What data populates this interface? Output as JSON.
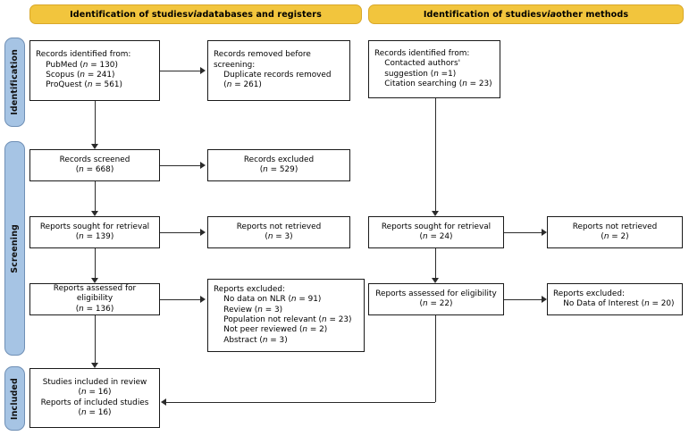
{
  "diagram": {
    "title": "PRISMA 2020 flow diagram",
    "colors": {
      "banner_fill": "#f2c53d",
      "banner_border": "#d9a82a",
      "stage_fill": "#a6c4e4",
      "stage_border": "#6f8fb5",
      "box_border": "#1a1a1a",
      "line": "#2b2b2b",
      "text": "#000000",
      "background": "#ffffff"
    }
  },
  "banners": {
    "databases": {
      "pre": "Identification of studies ",
      "via": "via",
      "post": " databases and registers"
    },
    "other": {
      "pre": "Identification of studies ",
      "via": "via",
      "post": " other methods"
    }
  },
  "stages": {
    "identification": "Identification",
    "screening": "Screening",
    "included": "Included"
  },
  "boxes": {
    "records_identified": {
      "line1": "Records identified from:",
      "line2": "    PubMed (",
      "n_pubmed_var": "n",
      "n_pubmed": " = 130)",
      "line3": "    Scopus (",
      "n_scopus_var": "n",
      "n_scopus": " = 241)",
      "line4": "    ProQuest (",
      "n_proquest_var": "n",
      "n_proquest": " = 561)"
    },
    "records_removed": {
      "line1": "Records removed before",
      "line2": "screening:",
      "line3": "    Duplicate records removed",
      "line4_pre": "    (",
      "n_var": "n",
      "line4_post": " = 261)"
    },
    "records_screened": {
      "label": "Records screened",
      "n_pre": "(",
      "n_var": "n",
      "n_post": " = 668)"
    },
    "records_excluded": {
      "label": "Records excluded",
      "n_pre": "(",
      "n_var": "n",
      "n_post": " = 529)"
    },
    "reports_sought_left": {
      "label": "Reports sought for retrieval",
      "n_pre": "(",
      "n_var": "n",
      "n_post": " = 139)"
    },
    "reports_not_retrieved_left": {
      "label": "Reports not retrieved",
      "n_pre": "(",
      "n_var": "n",
      "n_post": " = 3)"
    },
    "reports_assessed_left": {
      "label": "Reports assessed for eligibility",
      "n_pre": "(",
      "n_var": "n",
      "n_post": " = 136)"
    },
    "reports_excluded_left": {
      "header": "Reports excluded:",
      "items": [
        {
          "pre": "    No data on NLR (",
          "var": "n",
          "post": " = 91)"
        },
        {
          "pre": "    Review (",
          "var": "n",
          "post": " = 3)"
        },
        {
          "pre": "    Population not relevant (",
          "var": "n",
          "post": " = 23)"
        },
        {
          "pre": "    Not peer reviewed (",
          "var": "n",
          "post": " = 2)"
        },
        {
          "pre": "    Abstract (",
          "var": "n",
          "post": " = 3)"
        }
      ]
    },
    "records_identified_other": {
      "line1": "Records identified from:",
      "line2": "    Contacted authors'",
      "line3_pre": "    suggestion (",
      "n_suggestion_var": "n",
      "line3_post": " =1)",
      "line4_pre": "    Citation searching (",
      "n_citation_var": "n",
      "line4_post": " = 23)"
    },
    "reports_sought_right": {
      "label": "Reports sought for retrieval",
      "n_pre": "(",
      "n_var": "n",
      "n_post": " = 24)"
    },
    "reports_not_retrieved_right": {
      "label": "Reports not retrieved",
      "n_pre": "(",
      "n_var": "n",
      "n_post": " = 2)"
    },
    "reports_assessed_right": {
      "label": "Reports assessed for eligibility",
      "n_pre": "(",
      "n_var": "n",
      "n_post": " = 22)"
    },
    "reports_excluded_right": {
      "header": "Reports excluded:",
      "item_pre": "    No Data of Interest (",
      "item_var": "n",
      "item_post": " = 20)"
    },
    "studies_included": {
      "line1": "Studies included in review",
      "line2_pre": "(",
      "n1_var": "n",
      "line2_post": " = 16)",
      "line3": "Reports of included studies",
      "line4_pre": "(",
      "n2_var": "n",
      "line4_post": " = 16)"
    }
  }
}
